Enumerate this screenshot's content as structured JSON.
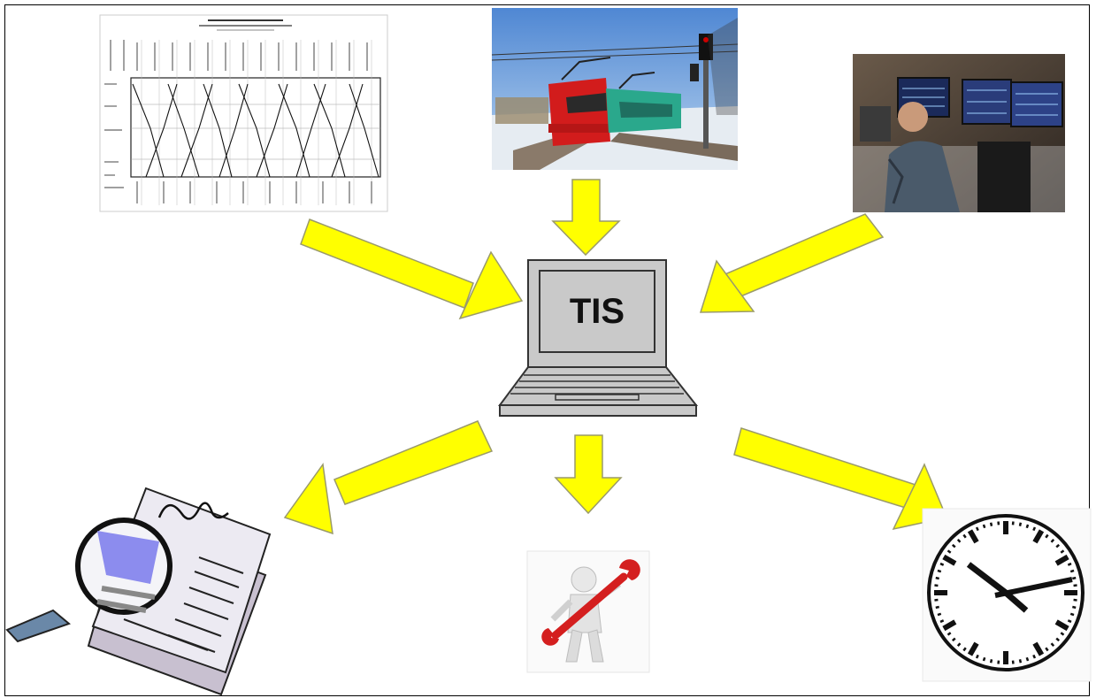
{
  "center": {
    "label": "TIS"
  },
  "colors": {
    "arrow_fill": "#ffff00",
    "arrow_stroke": "#9a9a6a",
    "laptop_fill": "#c9c9c9",
    "laptop_stroke": "#333333"
  },
  "inputs": [
    {
      "name": "timetable-graph",
      "icon": "train-graph-document-icon"
    },
    {
      "name": "train-photo",
      "icon": "train-photo-icon"
    },
    {
      "name": "dispatcher-photo",
      "icon": "dispatcher-workstation-icon"
    }
  ],
  "outputs": [
    {
      "name": "document-analysis",
      "icon": "magnifier-document-icon"
    },
    {
      "name": "maintenance",
      "icon": "wrench-figure-icon"
    },
    {
      "name": "station-clock",
      "icon": "clock-icon"
    }
  ]
}
